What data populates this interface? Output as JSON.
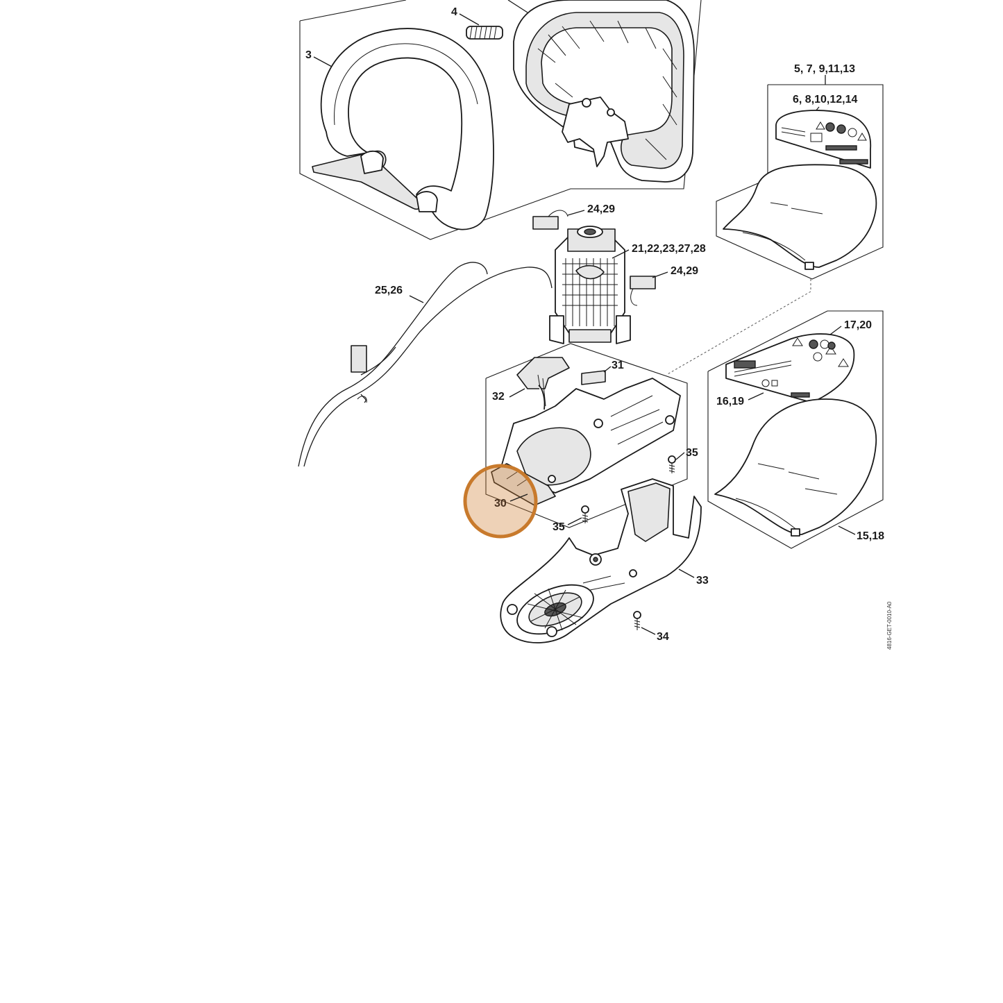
{
  "diagram": {
    "callouts": {
      "c3": "3",
      "c4": "4",
      "c5": "5, 7, 9,11,13",
      "c6": "6, 8,10,12,14",
      "c24a": "24,29",
      "c2128": "21,22,23,27,28",
      "c24b": "24,29",
      "c2526": "25,26",
      "c1720": "17,20",
      "c31": "31",
      "c32": "32",
      "c1619": "16,19",
      "c35a": "35",
      "c30": "30",
      "c35b": "35",
      "c1518": "15,18",
      "c33": "33",
      "c34": "34"
    },
    "doc_ref": "4816-GET-0010-A0",
    "highlight": {
      "target": "30",
      "fill": "rgba(205,127,50,0.35)",
      "stroke": "#c87a2c"
    }
  }
}
